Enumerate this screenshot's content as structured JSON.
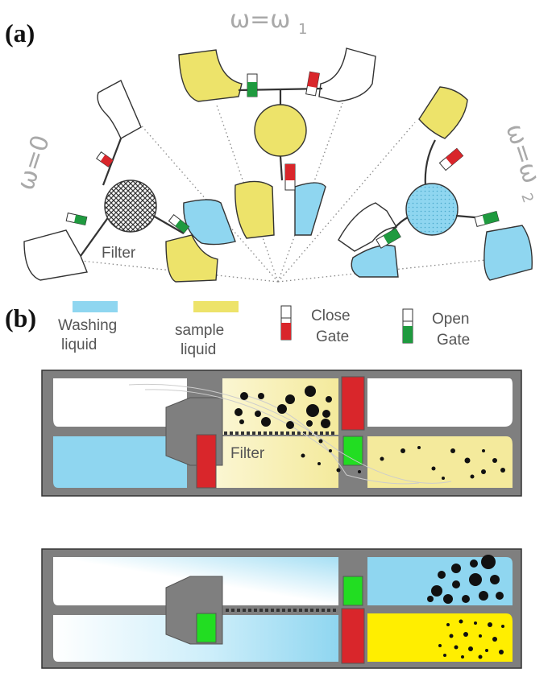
{
  "panel_a_label": "(a)",
  "panel_b_label": "(b)",
  "omega_0": "ω=0",
  "omega_1_base": "ω=ω",
  "omega_1_sub": "1",
  "omega_2_base": "ω=ω",
  "omega_2_sub": "2",
  "filter_label_a": "Filter",
  "filter_label_b": "Filter",
  "legend": {
    "washing_line1": "Washing",
    "washing_line2": "liquid",
    "sample_line1": "sample",
    "sample_line2": "liquid",
    "close_line1": "Close",
    "close_line2": "Gate",
    "open_line1": "Open",
    "open_line2": "Gate"
  },
  "colors": {
    "washing": "#8fd6f0",
    "sample": "#ede36a",
    "close_gate": "#d9262b",
    "open_gate": "#1f9a3f",
    "channel_gray": "#7f7f7f",
    "bright_yellow": "#ffee00",
    "bright_green": "#22dd22"
  }
}
